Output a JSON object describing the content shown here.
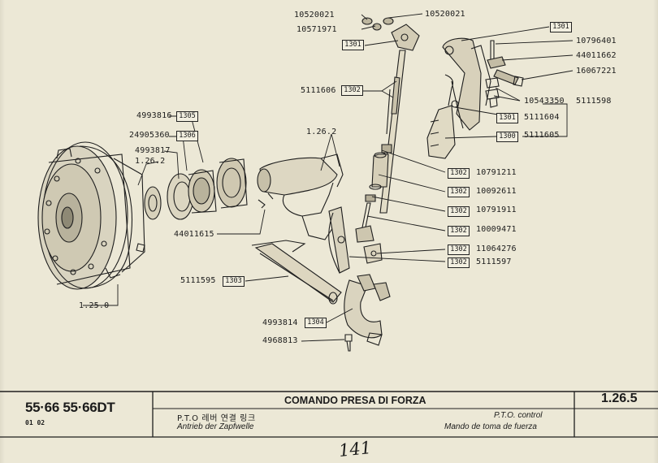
{
  "title_block": {
    "models": "55·66  55·66DT",
    "edition": "01 02",
    "title_it": "COMANDO PRESA DI FORZA",
    "title_ko": "P.T.O 레버 연결 링크",
    "title_de": "Antrieb der Zapfwelle",
    "title_en": "P.T.O. control",
    "title_es": "Mando de toma de fuerza",
    "section": "1.26.5",
    "handwritten_page": "141"
  },
  "callouts": {
    "r_10520021": "10520021",
    "l_10520021": "10520021",
    "n_10571971": "10571971",
    "b_1301_top": "1301",
    "b_1301_right": "1301",
    "n_10796401": "10796401",
    "n_44011662": "44011662",
    "n_16067221": "16067221",
    "n_5111606": "5111606",
    "b_1302_a": "1302",
    "n_10543350": "10543350",
    "n_5111598": "5111598",
    "n_4993816": "4993816",
    "b_1305": "1305",
    "n_1262_top": "1.26.2",
    "b_1301_mid": "1301",
    "n_5111604": "5111604",
    "n_24905360": "24905360",
    "b_1306": "1306",
    "b_1300": "1300",
    "n_5111605": "5111605",
    "n_4993817": "4993817",
    "n_1262_left": "1.26.2",
    "b_1302_b": "1302",
    "n_10791211": "10791211",
    "b_1302_c": "1302",
    "n_10092611": "10092611",
    "b_1302_d": "1302",
    "n_10791911": "10791911",
    "n_44011615": "44011615",
    "b_1302_e": "1302",
    "n_10009471": "10009471",
    "b_1302_f": "1302",
    "n_11064276": "11064276",
    "b_1302_g": "1302",
    "n_5111597": "5111597",
    "n_5111595": "5111595",
    "b_1303": "1303",
    "n_1250": "1.25.0",
    "n_4993814": "4993814",
    "b_1304": "1304",
    "n_4968813": "4968813"
  }
}
